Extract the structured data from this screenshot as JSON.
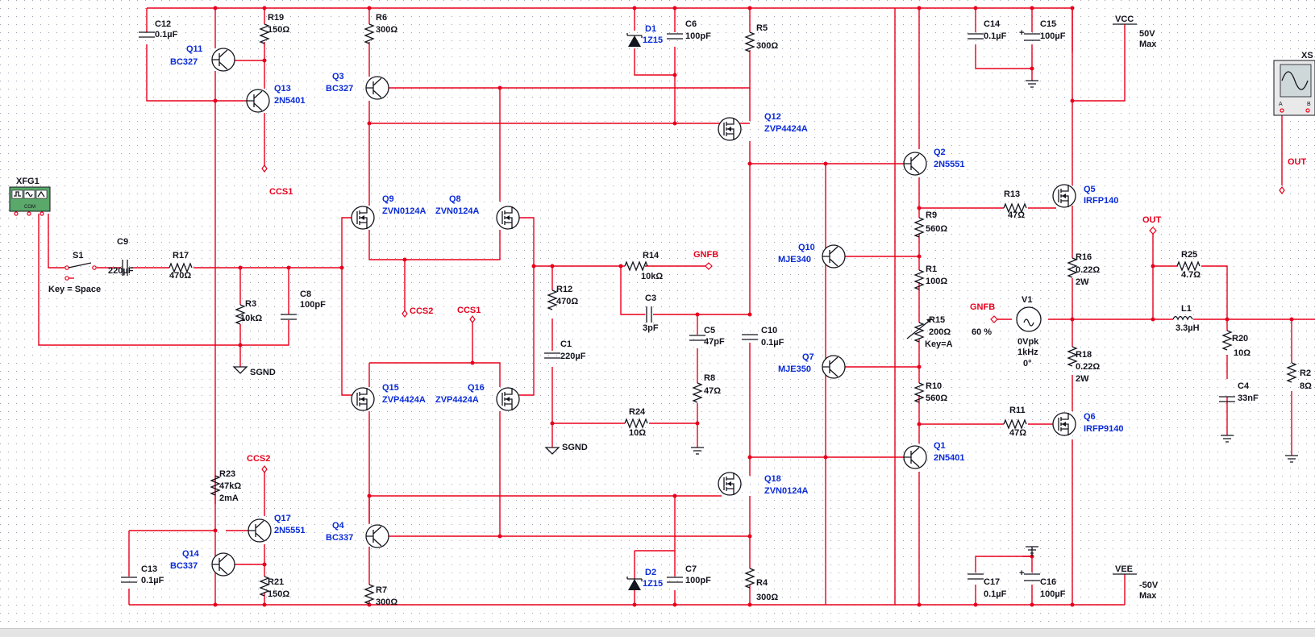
{
  "colors": {
    "wire": "#e8001c",
    "component": "#14141e",
    "label": "#0a2bd8",
    "background": "#ffffff"
  },
  "labels": {
    "xfg1": "XFG1",
    "xfg_com": "COM",
    "xsc": "XS",
    "xsc_a": "A",
    "xsc_b": "B",
    "xsc_out": "OUT",
    "vcc": "VCC",
    "vcc_val": "50V",
    "vcc_max": "Max",
    "vee": "VEE",
    "vee_val": "-50V",
    "vee_max": "Max",
    "sgnd": "SGND",
    "ccs1": "CCS1",
    "ccs2": "CCS2",
    "gnfb": "GNFB",
    "out": "OUT",
    "s1": "S1",
    "s1_key": "Key = Space",
    "c12": "C12",
    "c12v": "0.1µF",
    "c9": "C9",
    "c9v": "220µF",
    "c8": "C8",
    "c8v": "100pF",
    "c6": "C6",
    "c6v": "100pF",
    "c3": "C3",
    "c3v": "3pF",
    "c5": "C5",
    "c5v": "47pF",
    "c1": "C1",
    "c1v": "220µF",
    "c10": "C10",
    "c10v": "0.1µF",
    "c7": "C7",
    "c7v": "100pF",
    "c13": "C13",
    "c13v": "0.1µF",
    "c14": "C14",
    "c14v": "0.1µF",
    "c15": "C15",
    "c15v": "100µF",
    "c17": "C17",
    "c17v": "0.1µF",
    "c16": "C16",
    "c16v": "100µF",
    "c4": "C4",
    "c4v": "33nF",
    "r19": "R19",
    "r19v": "150Ω",
    "r6": "R6",
    "r6v": "300Ω",
    "r5": "R5",
    "r5v": "300Ω",
    "r17": "R17",
    "r17v": "470Ω",
    "r3": "R3",
    "r3v": "10kΩ",
    "r14": "R14",
    "r14v": "10kΩ",
    "r12": "R12",
    "r12v": "470Ω",
    "r8": "R8",
    "r8v": "47Ω",
    "r24": "R24",
    "r24v": "10Ω",
    "r23": "R23",
    "r23v": "47kΩ",
    "r23i": "2mA",
    "r21": "R21",
    "r21v": "150Ω",
    "r7": "R7",
    "r7v": "300Ω",
    "r4": "R4",
    "r4v": "300Ω",
    "r9": "R9",
    "r9v": "560Ω",
    "r1": "R1",
    "r1v": "100Ω",
    "r15": "R15",
    "r15v": "200Ω",
    "r15k": "Key=A",
    "r15p": "60 %",
    "r10": "R10",
    "r10v": "560Ω",
    "r13": "R13",
    "r13v": "47Ω",
    "r11": "R11",
    "r11v": "47Ω",
    "r16": "R16",
    "r16v": "0.22Ω",
    "r16w": "2W",
    "r18": "R18",
    "r18v": "0.22Ω",
    "r18w": "2W",
    "r25": "R25",
    "r25v": "4.7Ω",
    "r20": "R20",
    "r20v": "10Ω",
    "r2": "R2",
    "r2v": "8Ω",
    "l1": "L1",
    "l1v": "3.3µH",
    "d1": "D1",
    "d1v": "1Z15",
    "d2": "D2",
    "d2v": "1Z15",
    "v1": "V1",
    "v1a": "0Vpk",
    "v1f": "1kHz",
    "v1p": "0°",
    "q11": "Q11",
    "q11v": "BC327",
    "q13": "Q13",
    "q13v": "2N5401",
    "q3": "Q3",
    "q3v": "BC327",
    "q12": "Q12",
    "q12v": "ZVP4424A",
    "q9": "Q9",
    "q9v": "ZVN0124A",
    "q8": "Q8",
    "q8v": "ZVN0124A",
    "q15": "Q15",
    "q15v": "ZVP4424A",
    "q16": "Q16",
    "q16v": "ZVP4424A",
    "q18": "Q18",
    "q18v": "ZVN0124A",
    "q17": "Q17",
    "q17v": "2N5551",
    "q14": "Q14",
    "q14v": "BC337",
    "q4": "Q4",
    "q4v": "BC337",
    "q2": "Q2",
    "q2v": "2N5551",
    "q1": "Q1",
    "q1v": "2N5401",
    "q10": "Q10",
    "q10v": "MJE340",
    "q7": "Q7",
    "q7v": "MJE350",
    "q5": "Q5",
    "q5v": "IRFP140",
    "q6": "Q6",
    "q6v": "IRFP9140"
  }
}
